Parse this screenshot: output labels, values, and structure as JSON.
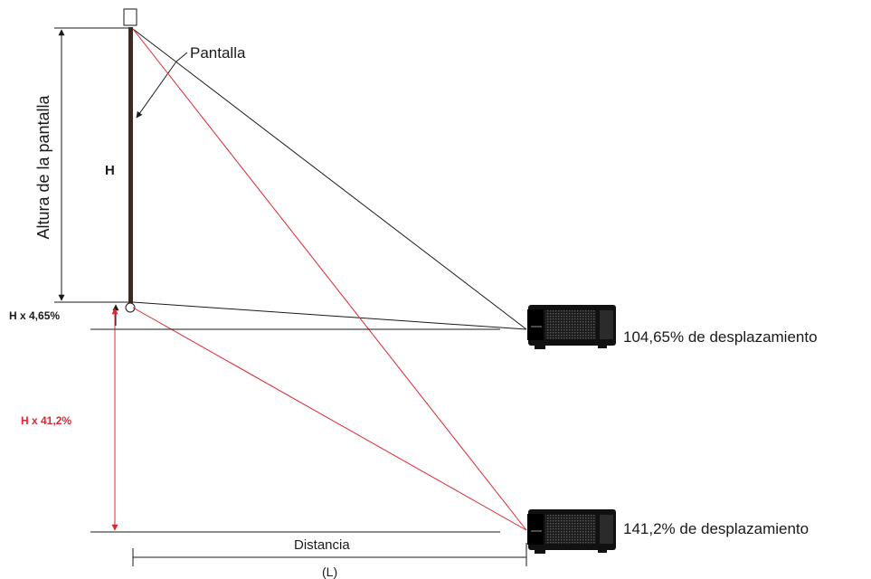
{
  "labels": {
    "screen": "Pantalla",
    "screen_height": "Altura de la pantalla",
    "h": "H",
    "offset_small": "H x 4,65%",
    "offset_large": "H x 41,2%",
    "offset1_text": "104,65% de desplazamiento",
    "offset2_text": "141,2% de desplazamiento",
    "distance": "Distancia",
    "distance_symbol": "(L)"
  },
  "colors": {
    "line": "#1a1a1a",
    "red": "#e0252f",
    "screen_bar": "#3a2a22",
    "projector_body": "#111111"
  },
  "icons": {
    "projector": "projector-icon",
    "top_mount": "square-marker",
    "bottom_mount": "circle-marker"
  }
}
